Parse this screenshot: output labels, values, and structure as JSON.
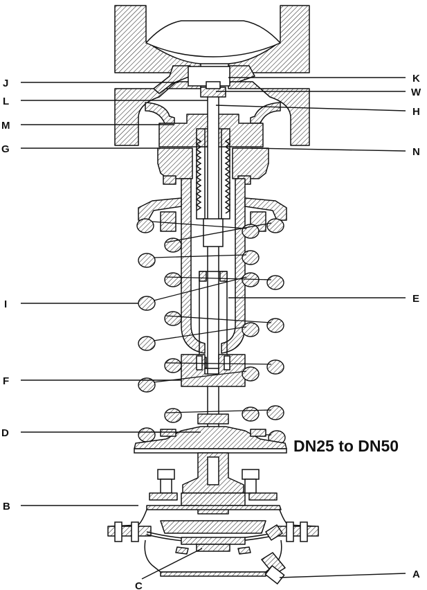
{
  "caption": "DN25 to DN50",
  "callouts": {
    "J": "J",
    "L": "L",
    "M": "M",
    "G": "G",
    "I": "I",
    "F": "F",
    "D": "D",
    "B": "B",
    "C": "C",
    "K": "K",
    "W": "W",
    "H": "H",
    "N": "N",
    "E": "E",
    "A": "A"
  }
}
